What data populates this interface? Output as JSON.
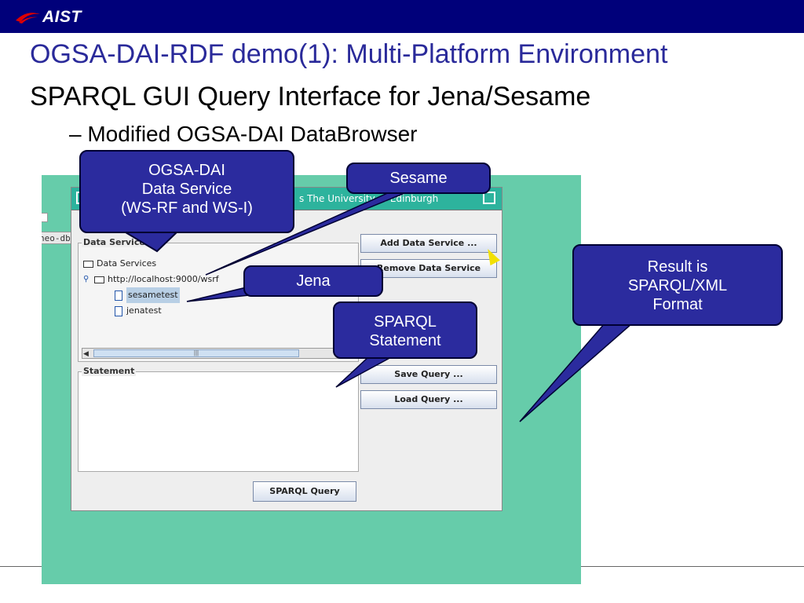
{
  "header": {
    "logo_text": "AIST",
    "colors": {
      "bar": "#00007a",
      "logo_swoosh": "#dd0000"
    }
  },
  "slide": {
    "title": "OGSA-DAI-RDF demo(1): Multi-Platform Environment",
    "subtitle": "SPARQL GUI Query Interface for Jena/Sesame",
    "bullet": "– Modified OGSA-DAI DataBrowser"
  },
  "screenshot": {
    "side_tab_label": "neo-db:",
    "window_title": "s The University of Edinburgh",
    "data_services_group": "Data Services",
    "tree": {
      "root": "Data Services",
      "server": "http://localhost:9000/wsrf",
      "items": [
        "sesametest",
        "jenatest"
      ]
    },
    "statement_group": "Statement",
    "buttons": {
      "add": "Add Data Service ...",
      "remove": "Remove Data Service",
      "save": "Save Query ...",
      "load": "Load Query ...",
      "query": "SPARQL Query"
    }
  },
  "callouts": {
    "data_service": [
      "OGSA-DAI",
      "Data Service",
      "(WS-RF and  WS-I)"
    ],
    "sesame": "Sesame",
    "jena": "Jena",
    "statement": [
      "SPARQL",
      "Statement"
    ],
    "result": [
      "Result is",
      "SPARQL/XML",
      "Format"
    ]
  }
}
